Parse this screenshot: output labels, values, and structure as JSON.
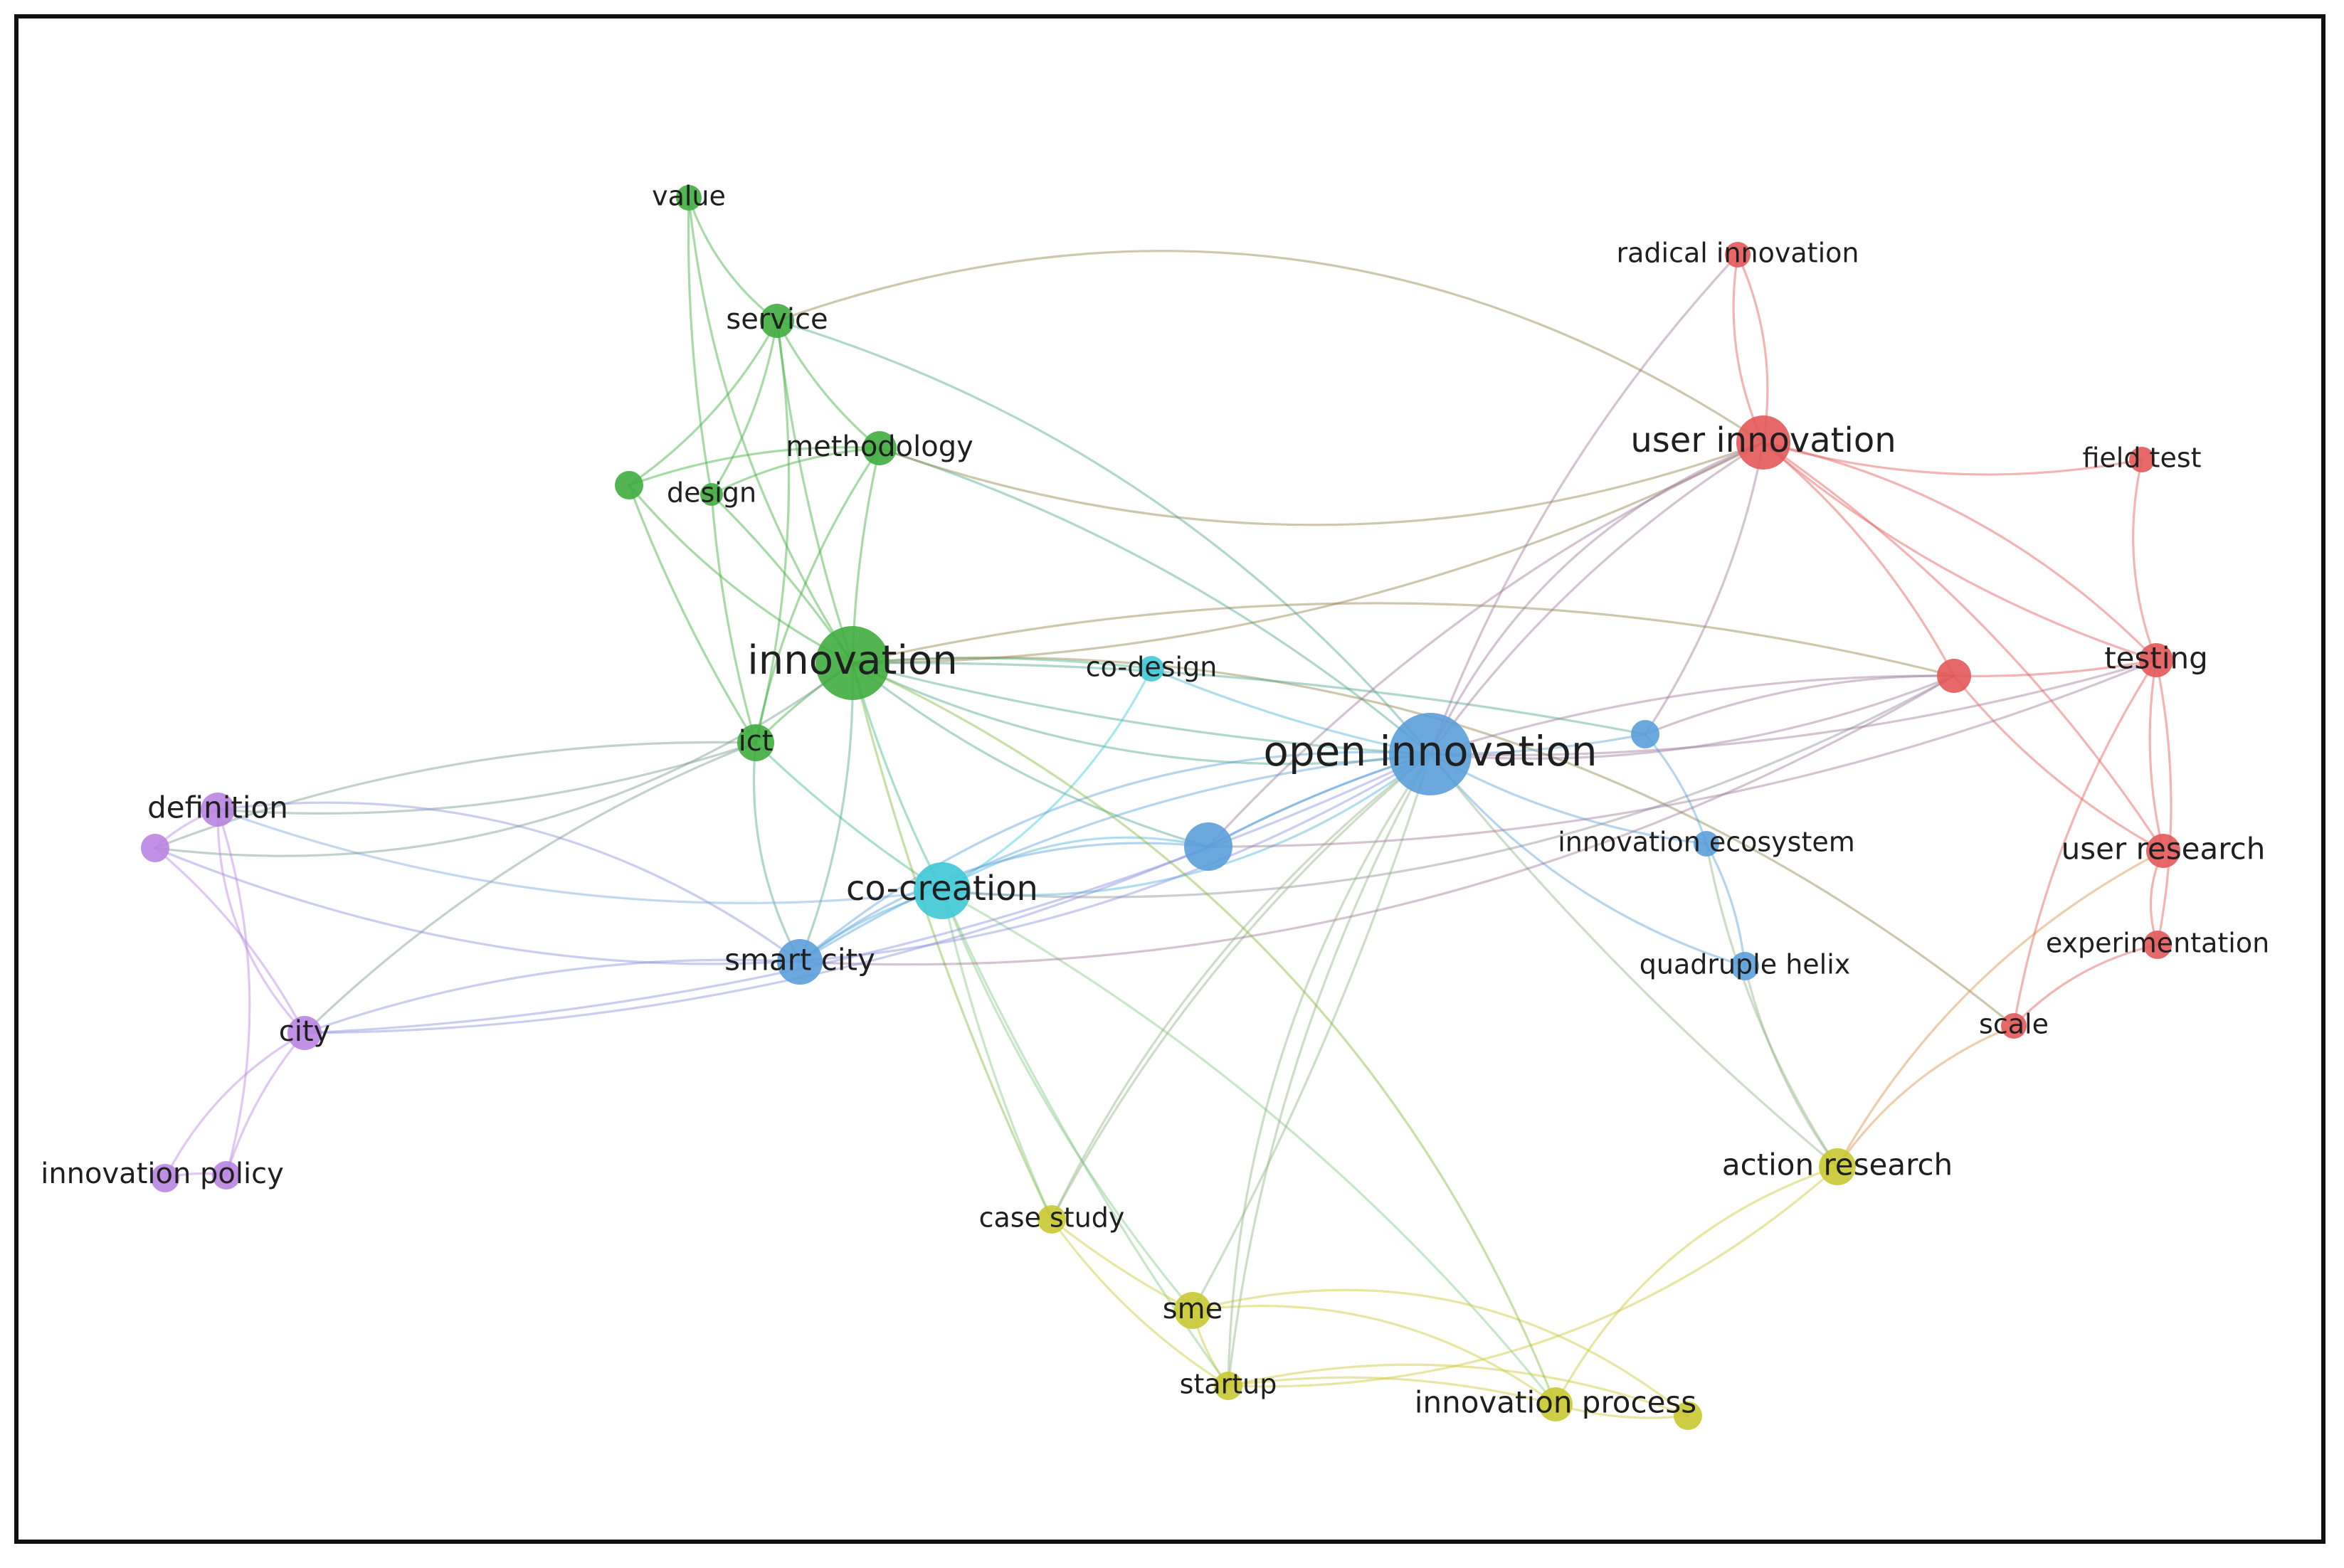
{
  "colors": {
    "red": "#e45858",
    "green": "#3fad3f",
    "blue": "#5b9fd9",
    "cyan": "#3fc9d6",
    "yellow": "#c9c832",
    "purple": "#b884e0"
  },
  "labels": {
    "value": "value",
    "service": "service",
    "methodology": "methodology",
    "design": "design",
    "innovation": "innovation",
    "ict": "ict",
    "co_design": "co-design",
    "definition": "definition",
    "city": "city",
    "innovation_policy": "innovation policy",
    "smart_city": "smart city",
    "co_creation": "co-creation",
    "open_innovation": "open innovation",
    "innovation_ecosystem": "innovation ecosystem",
    "quadruple_helix": "quadruple helix",
    "radical_innovation": "radical innovation",
    "user_innovation": "user innovation",
    "field_test": "field test",
    "testing": "testing",
    "user_research": "user research",
    "experimentation": "experimentation",
    "scale": "scale",
    "action_research": "action research",
    "case_study": "case study",
    "sme": "sme",
    "startup": "startup",
    "innovation_process": "innovation process"
  }
}
